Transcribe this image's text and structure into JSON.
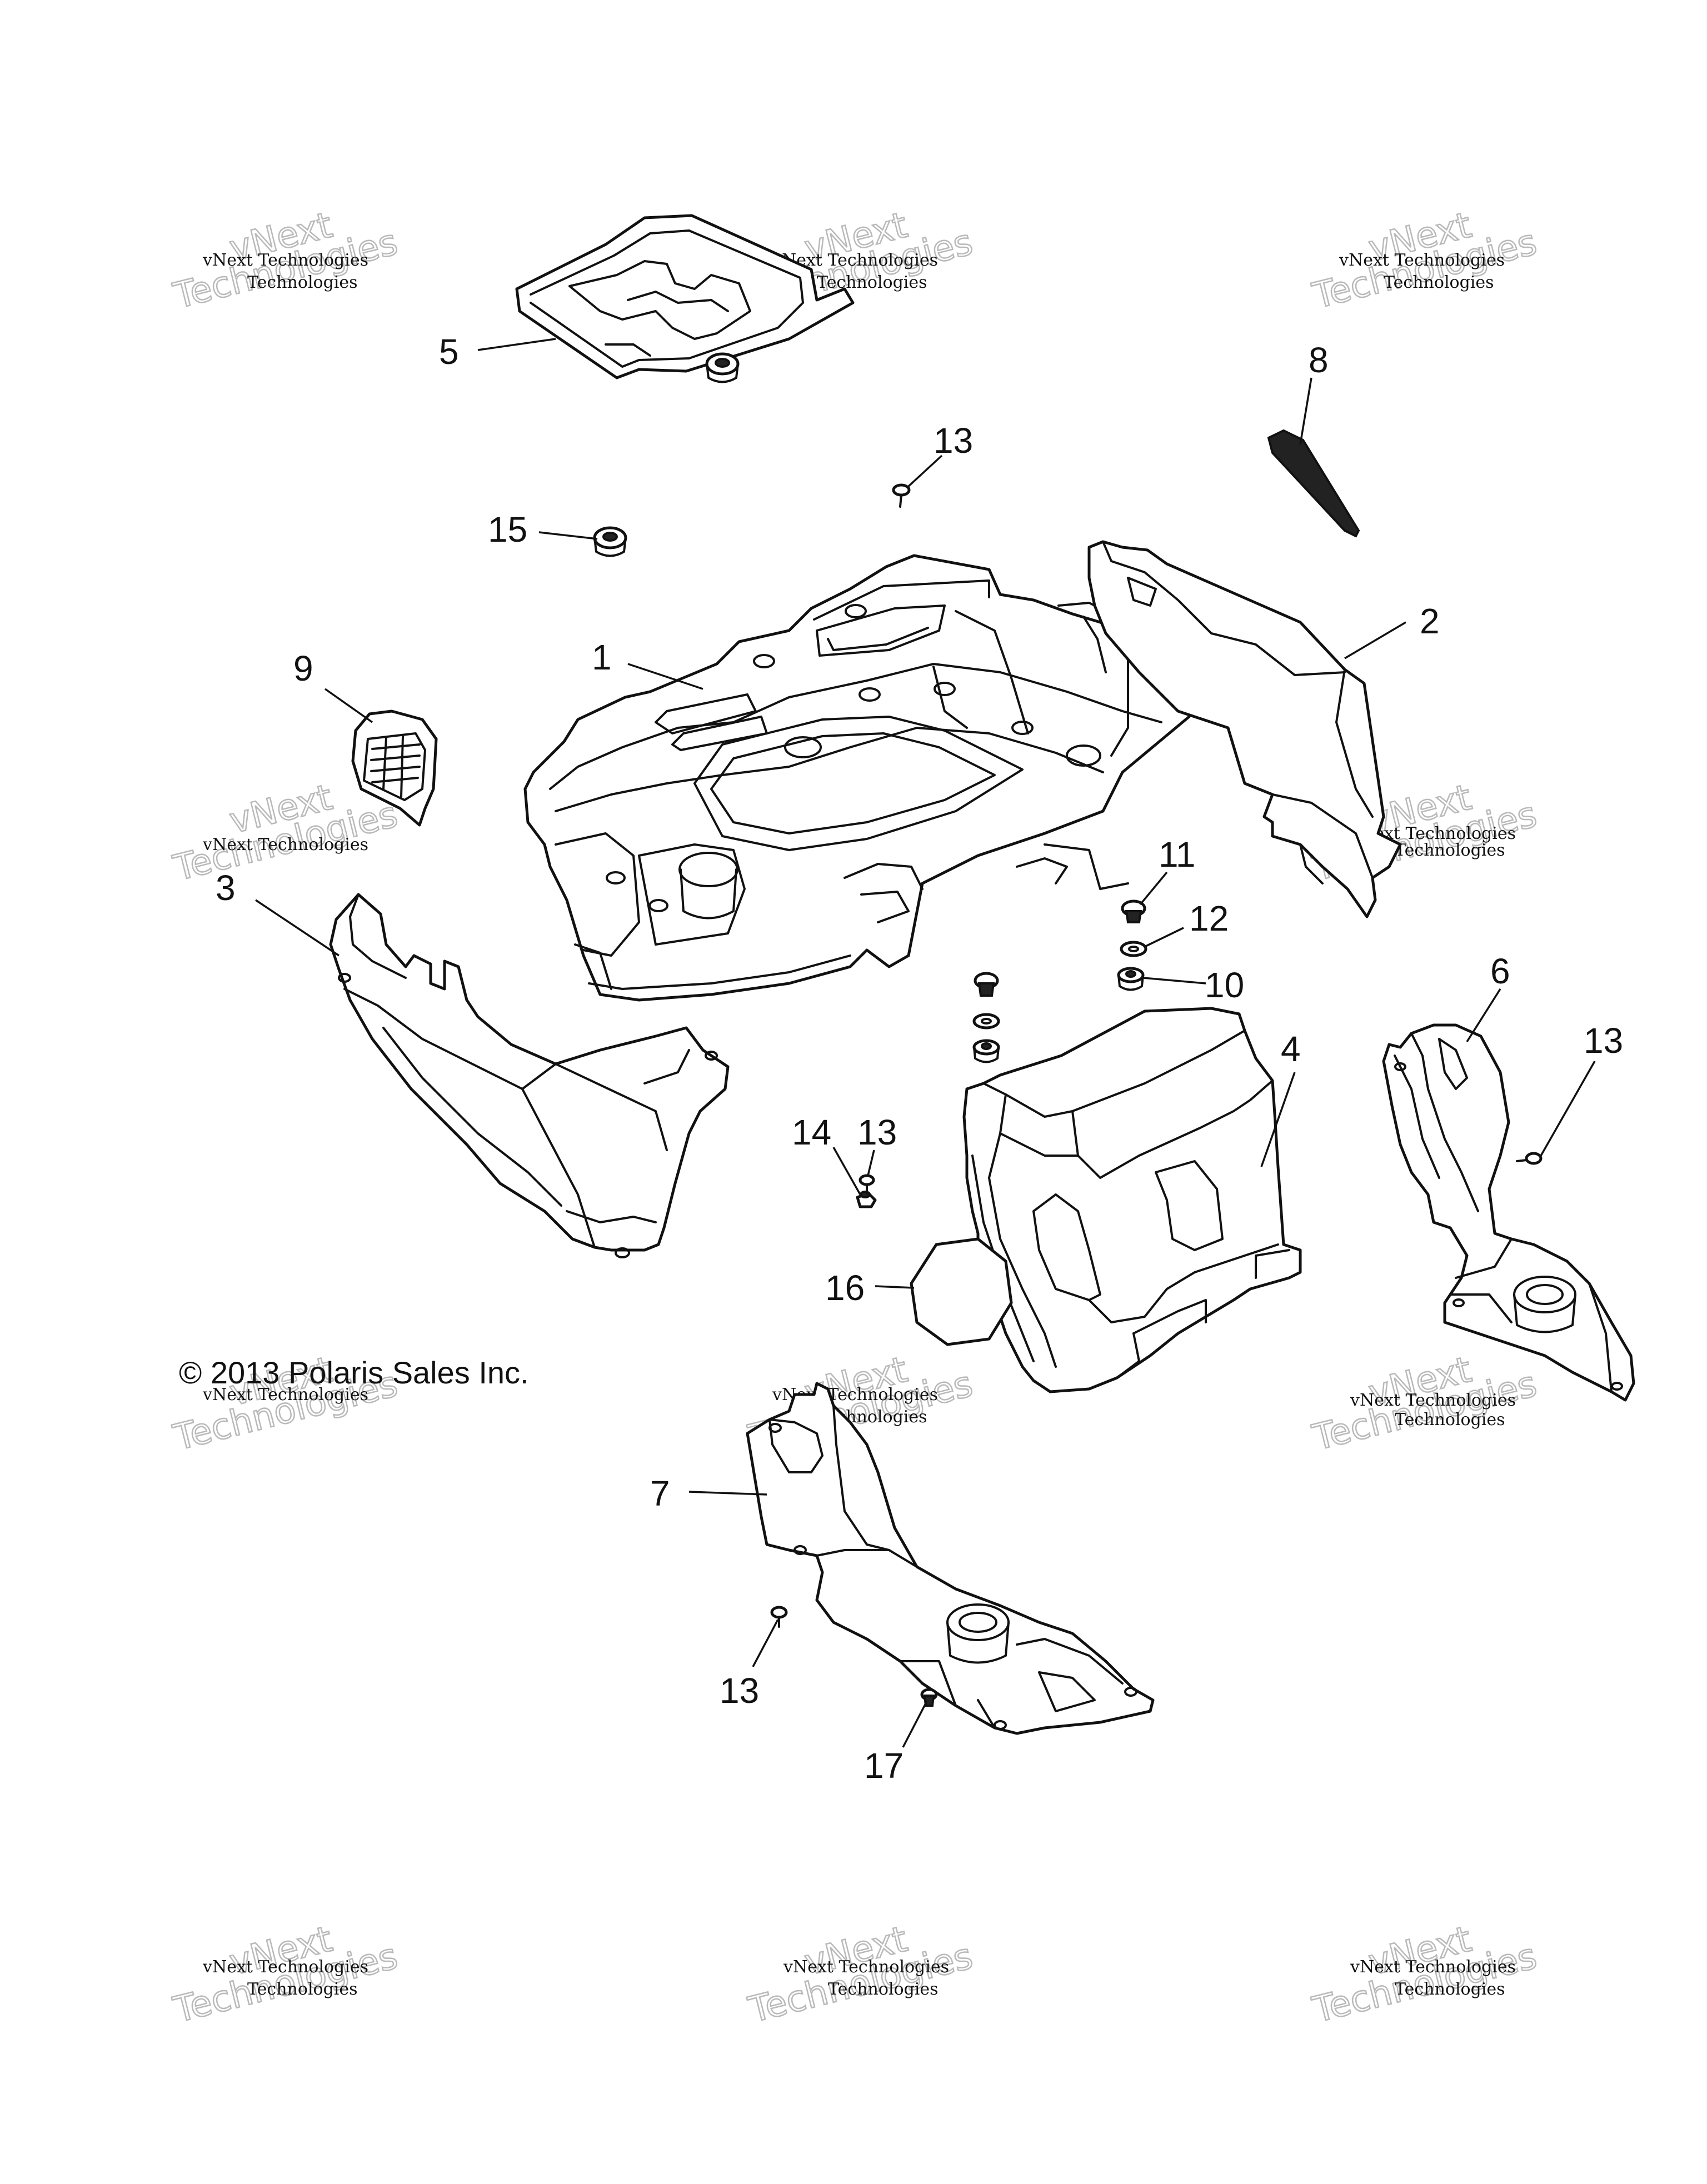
{
  "copyright": "© 2013 Polaris Sales Inc.",
  "watermark": {
    "line1": "vNext Technologies",
    "line2": "vNext",
    "line3": "Technologies"
  },
  "callouts": {
    "c1": "1",
    "c2": "2",
    "c3": "3",
    "c4": "4",
    "c5": "5",
    "c6": "6",
    "c7": "7",
    "c8": "8",
    "c9": "9",
    "c10": "10",
    "c11": "11",
    "c12": "12",
    "c13a": "13",
    "c13b": "13",
    "c13c": "13",
    "c13d": "13",
    "c14": "14",
    "c15": "15",
    "c16": "16",
    "c17": "17"
  },
  "colors": {
    "line": "#111111",
    "watermark_outline": "#b9b9b9",
    "background": "#ffffff"
  }
}
